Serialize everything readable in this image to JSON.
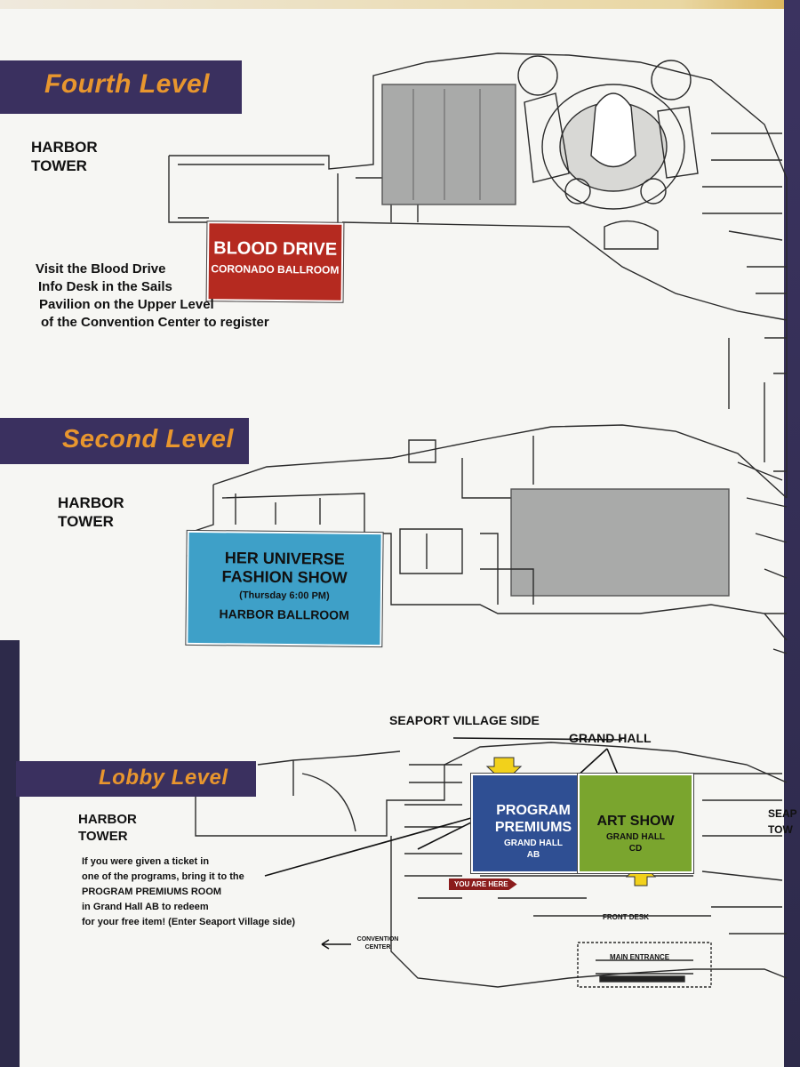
{
  "levels": {
    "fourth": {
      "title": "Fourth Level",
      "tower": "HARBOR TOWER"
    },
    "second": {
      "title": "Second Level",
      "tower": "HARBOR TOWER"
    },
    "lobby": {
      "title": "Lobby Level",
      "tower": "HARBOR TOWER"
    }
  },
  "rooms": {
    "blood_drive": {
      "title": "BLOOD DRIVE",
      "subtitle": "CORONADO BALLROOM",
      "color": "#b52a20"
    },
    "her_universe": {
      "line1": "HER UNIVERSE",
      "line2": "FASHION SHOW",
      "time": "(Thursday 6:00 PM)",
      "room": "HARBOR BALLROOM",
      "color": "#3ea0c8"
    },
    "program_premiums": {
      "line1": "PROGRAM",
      "line2": "PREMIUMS",
      "sub1": "GRAND HALL",
      "sub2": "AB",
      "color": "#2f4f93"
    },
    "art_show": {
      "title": "ART SHOW",
      "sub1": "GRAND HALL",
      "sub2": "CD",
      "color": "#7aa52e"
    }
  },
  "notes": {
    "blood_drive": [
      "Visit the Blood Drive",
      "Info Desk in the Sails",
      "Pavilion on the Upper Level",
      "of the Convention Center to register"
    ],
    "program_premiums": [
      "If you were given a ticket in",
      "one of the programs, bring it to the",
      "PROGRAM PREMIUMS ROOM",
      "in Grand Hall AB to redeem",
      "for your free item! (Enter Seaport Village side)"
    ]
  },
  "labels": {
    "seaport_village_side": "SEAPORT VILLAGE SIDE",
    "grand_hall": "GRAND HALL",
    "seaport_tower_cut": "SEAP TOW",
    "you_are_here": "YOU ARE HERE",
    "front_desk": "FRONT DESK",
    "main_entrance": "MAIN ENTRANCE",
    "convention_center": "CONVENTION CENTER"
  },
  "colors": {
    "banner": "#3a305f",
    "banner_text": "#e8962e",
    "arrow": "#f2d11b",
    "gray_hall": "#a9aaa9"
  }
}
